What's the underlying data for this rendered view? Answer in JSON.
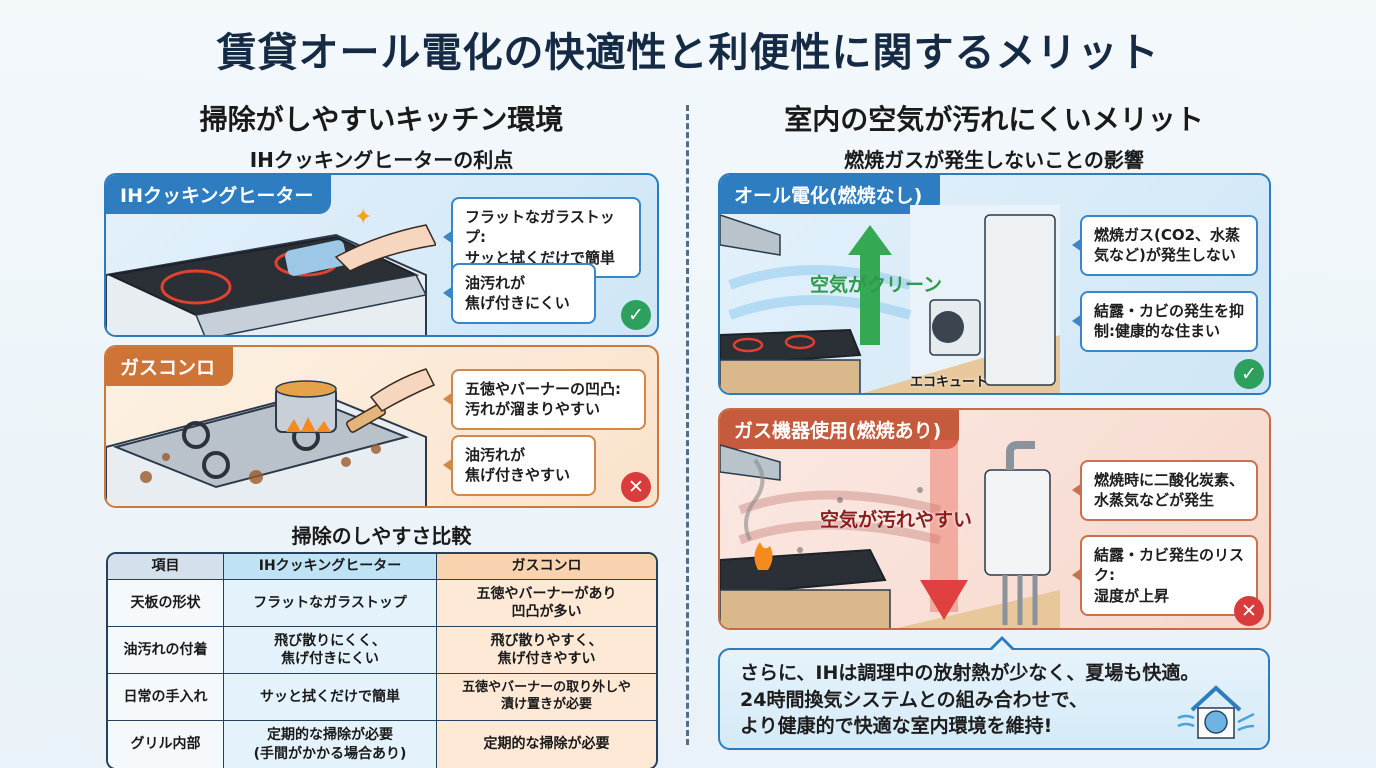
{
  "title": "賃貸オール電化の快適性と利便性に関するメリット",
  "left": {
    "heading": "掃除がしやすいキッチン環境",
    "subheading": "IHクッキングヒーターの利点",
    "ih_panel": {
      "tab": "IHクッキングヒーター",
      "bubbles": [
        "フラットなガラストップ:\nサッと拭くだけで簡単",
        "油汚れが\n焦げ付きにくい"
      ],
      "status": "check"
    },
    "gas_panel": {
      "tab": "ガスコンロ",
      "bubbles": [
        "五徳やバーナーの凹凸:\n汚れが溜まりやすい",
        "油汚れが\n焦げ付きやすい"
      ],
      "status": "cross"
    },
    "table": {
      "title": "掃除のしやすさ比較",
      "headers": [
        "項目",
        "IHクッキングヒーター",
        "ガスコンロ"
      ],
      "rows": [
        [
          "天板の形状",
          "フラットなガラストップ",
          "五徳やバーナーがあり\n凹凸が多い"
        ],
        [
          "油汚れの付着",
          "飛び散りにくく、\n焦げ付きにくい",
          "飛び散りやすく、\n焦げ付きやすい"
        ],
        [
          "日常の手入れ",
          "サッと拭くだけで簡単",
          "五徳やバーナーの取り外しや\n漬け置きが必要"
        ],
        [
          "グリル内部",
          "定期的な掃除が必要\n(手間がかかる場合あり)",
          "定期的な掃除が必要"
        ]
      ]
    }
  },
  "right": {
    "heading": "室内の空気が汚れにくいメリット",
    "subheading": "燃焼ガスが発生しないことの影響",
    "electric_panel": {
      "tab": "オール電化(燃焼なし)",
      "arrow_label": "空気がクリーン",
      "device_label": "エコキュート",
      "bubbles": [
        "燃焼ガス(CO2、水蒸\n気など)が発生しない",
        "結露・カビの発生を抑\n制:健康的な住まい"
      ],
      "status": "check"
    },
    "gas_panel": {
      "tab": "ガス機器使用(燃焼あり)",
      "arrow_label": "空気が汚れやすい",
      "bubbles": [
        "燃焼時に二酸化炭素、\n水蒸気などが発生",
        "結露・カビ発生のリスク:\n湿度が上昇"
      ],
      "status": "cross"
    },
    "summary": {
      "lines": [
        "さらに、IHは調理中の放射熱が少なく、夏場も快適。",
        "24時間換気システムとの組み合わせで、",
        "より健康的で快適な室内環境を維持!"
      ],
      "icon": "house-ventilation-icon"
    }
  },
  "colors": {
    "blue": "#2e7dc0",
    "orange": "#cd7436",
    "red": "#c65a3c",
    "ok": "#2da05e",
    "ng": "#d83c3c",
    "clean_arrow": "#34a853",
    "dirty_arrow": "#e04040"
  }
}
